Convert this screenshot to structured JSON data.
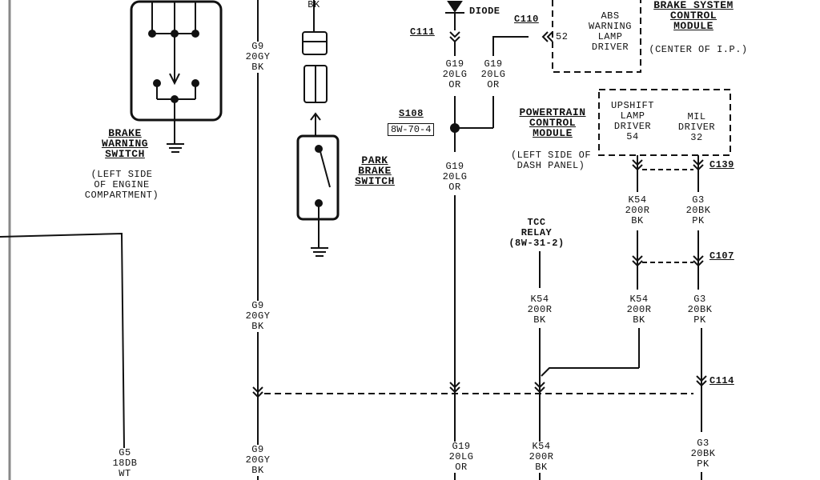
{
  "brake_warning_switch": {
    "title": [
      "BRAKE",
      "WARNING",
      "SWITCH"
    ],
    "location": [
      "(LEFT SIDE",
      "OF ENGINE",
      "COMPARTMENT)"
    ]
  },
  "park_brake_switch": {
    "title": [
      "PARK",
      "BRAKE",
      "SWITCH"
    ],
    "top_text": "BK"
  },
  "diode": {
    "label": "DIODE"
  },
  "brake_system_module": {
    "title": [
      "BRAKE SYSTEM",
      "CONTROL",
      "MODULE"
    ],
    "location": "(CENTER OF I.P.)",
    "driver": [
      "ABS",
      "WARNING",
      "LAMP",
      "DRIVER"
    ],
    "pin": "52"
  },
  "powertrain_module": {
    "title": [
      "POWERTRAIN",
      "CONTROL",
      "MODULE"
    ],
    "location": [
      "(LEFT SIDE OF",
      "DASH PANEL)"
    ],
    "upshift": [
      "UPSHIFT",
      "LAMP",
      "DRIVER",
      "54"
    ],
    "mil": [
      "MIL",
      "DRIVER",
      "32"
    ]
  },
  "tcc_relay": {
    "title": [
      "TCC",
      "RELAY",
      "(8W-31-2)"
    ]
  },
  "splice": {
    "label": "S108",
    "ref": "8W-70-4"
  },
  "connectors": {
    "c110": "C110",
    "c111": "C111",
    "c139": "C139",
    "c107": "C107",
    "c114": "C114"
  },
  "wires": {
    "g9_a": [
      "G9",
      "20GY",
      "BK"
    ],
    "g9_b": [
      "G9",
      "20GY",
      "BK"
    ],
    "g9_c": [
      "G9",
      "20GY",
      "BK"
    ],
    "g19_a": [
      "G19",
      "20LG",
      "OR"
    ],
    "g19_b": [
      "G19",
      "20LG",
      "OR"
    ],
    "g19_c": [
      "G19",
      "20LG",
      "OR"
    ],
    "g19_d": [
      "G19",
      "20LG",
      "OR"
    ],
    "k54_a": [
      "K54",
      "200R",
      "BK"
    ],
    "k54_b": [
      "K54",
      "200R",
      "BK"
    ],
    "k54_c": [
      "K54",
      "200R",
      "BK"
    ],
    "k54_d": [
      "K54",
      "200R",
      "BK"
    ],
    "g3_a": [
      "G3",
      "20BK",
      "PK"
    ],
    "g3_b": [
      "G3",
      "20BK",
      "PK"
    ],
    "g3_c": [
      "G3",
      "20BK",
      "PK"
    ],
    "g5": [
      "G5",
      "18DB",
      "WT"
    ]
  }
}
